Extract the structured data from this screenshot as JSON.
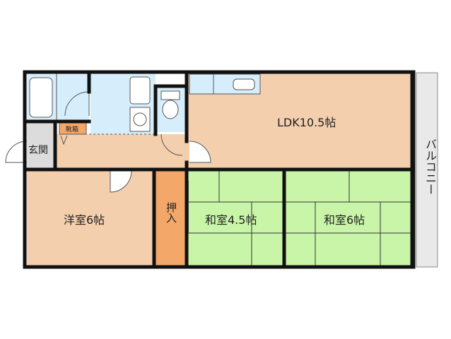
{
  "floorplan": {
    "rooms": {
      "ldk": "LDK10.5帖",
      "western": "洋室6帖",
      "japanese_a": "和室4.5帖",
      "japanese_b": "和室6帖",
      "closet": "押入",
      "entrance": "玄関",
      "shoe_box": "靴箱",
      "balcony": "バルコニー"
    },
    "colors": {
      "ldk_floor": "#f4cfae",
      "western_floor": "#f4cfae",
      "tatami": "#c9f5a8",
      "closet": "#f3a86a",
      "wet_area": "#d6eefb",
      "entrance": "#dcdcdc",
      "balcony": "#e9e9e9",
      "wall": "#111111",
      "shoe_box": "#f3a86a"
    }
  }
}
